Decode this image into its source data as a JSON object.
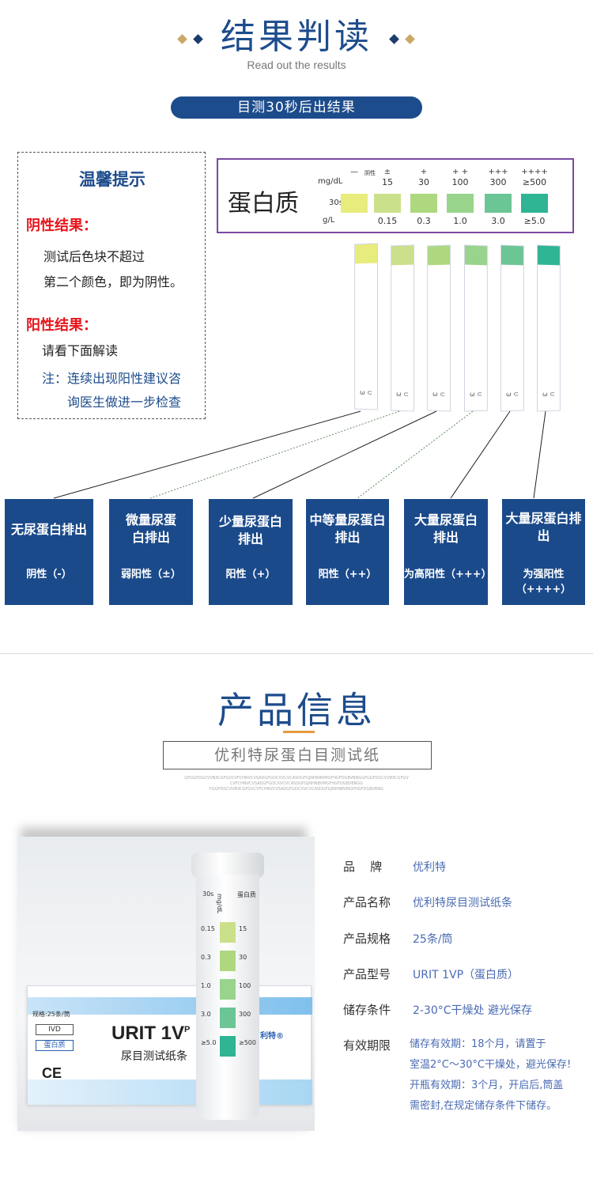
{
  "header": {
    "title": "结果判读",
    "subtitle": "Read out the results",
    "pill": "目测30秒后出结果"
  },
  "tip": {
    "title": "温馨提示",
    "negative_heading": "阴性结果：",
    "negative_line1": "测试后色块不超过",
    "negative_line2": "第二个颜色，即为阴性。",
    "positive_heading": "阳性结果：",
    "positive_line": "请看下面解读",
    "note_line1": "注：连续出现阳性建议咨",
    "note_line2": "询医生做进一步检查"
  },
  "chart": {
    "label": "蛋白质",
    "unit_mgdl": "mg/dL",
    "time": "30s",
    "unit_gl": "g/L",
    "negative_note": "阴性",
    "columns": [
      {
        "sym": "—",
        "mgdl": "",
        "gl": "",
        "color": "#e7ec7c"
      },
      {
        "sym": "±",
        "mgdl": "15",
        "gl": "0.15",
        "color": "#cbe08a"
      },
      {
        "sym": "+",
        "mgdl": "30",
        "gl": "0.3",
        "color": "#aed87f"
      },
      {
        "sym": "+ +",
        "mgdl": "100",
        "gl": "1.0",
        "color": "#98d48c"
      },
      {
        "sym": "+++",
        "mgdl": "300",
        "gl": "3.0",
        "color": "#6cc595"
      },
      {
        "sym": "++++",
        "mgdl": "≥500",
        "gl": "≥5.0",
        "color": "#2fb494"
      }
    ]
  },
  "strips": [
    {
      "color": "#e7ec7c",
      "mark": "ω ⊂"
    },
    {
      "color": "#cbe08a",
      "mark": "ω ⊂"
    },
    {
      "color": "#aed87f",
      "mark": "ω ⊂"
    },
    {
      "color": "#98d48c",
      "mark": "ω ⊂"
    },
    {
      "color": "#6cc595",
      "mark": "ω ⊂"
    },
    {
      "color": "#2fb494",
      "mark": "ω ⊂"
    }
  ],
  "results": [
    {
      "title": "无尿蛋白排出",
      "verdict": "阴性（-）"
    },
    {
      "title": "微量尿蛋白排出",
      "verdict": "弱阳性（±）"
    },
    {
      "title": "少量尿蛋白排出",
      "verdict": "阳性（+）"
    },
    {
      "title": "中等量尿蛋白排出",
      "verdict": "阳性（++）"
    },
    {
      "title": "大量尿蛋白排出",
      "verdict": "为高阳性（+++）"
    },
    {
      "title": "大量尿蛋白排出",
      "verdict": "为强阳性（++++）"
    }
  ],
  "product": {
    "title": "产品信息",
    "name_box": "优利特尿蛋白目测试纸",
    "noise_line1": "GFGGFDGCVVBXCGFGVCVFCHNVCVSADGFGDCXVCVCASDGFGJNHNBVMGFHGFDGBVBNGGFGGFDGCVVBXCGFGV",
    "noise_line2": "CVFCHNVCVSADGFGDCXVCVCASDGFGJNHNBVMGFHGFDGBVBNGG",
    "noise_line3": "FGGFDGCVVBXCGFGVCVFCHNVCVSADGFGDCXVCVCASDGFGJNHNBVMGFHGFDGBVBNG"
  },
  "box_print": {
    "spec": "规格:25条/筒",
    "ivd": "IVD",
    "tag": "蛋白质",
    "model": "URIT 1V",
    "model_sup": "P",
    "subtitle": "尿目测试纸条",
    "ce": "CE",
    "brand_mark": "利特®"
  },
  "tube_print": {
    "head1": "蛋白质",
    "head2": "mg/dL",
    "head3": "30s",
    "vals_mgdl": [
      "15",
      "30",
      "100",
      "300",
      "≥500"
    ],
    "vals_gl": [
      "0.15",
      "0.3",
      "1.0",
      "3.0",
      "≥5.0"
    ]
  },
  "info": [
    {
      "label": "品    牌",
      "value": "优利特"
    },
    {
      "label": "产品名称",
      "value": "优利特尿目测试纸条"
    },
    {
      "label": "产品规格",
      "value": "25条/筒"
    },
    {
      "label": "产品型号",
      "value": "URIT  1VP（蛋白质）"
    },
    {
      "label": "储存条件",
      "value": "2-30°C干燥处 避光保存"
    },
    {
      "label": "有效期限",
      "value": ""
    }
  ],
  "validity": {
    "line1": "储存有效期：18个月，请置于",
    "line2": "室温2°C～30°C干燥处，避光保存!",
    "line3": "开瓶有效期：3个月，开启后,筒盖",
    "line4": "需密封,在规定储存条件下储存。"
  }
}
